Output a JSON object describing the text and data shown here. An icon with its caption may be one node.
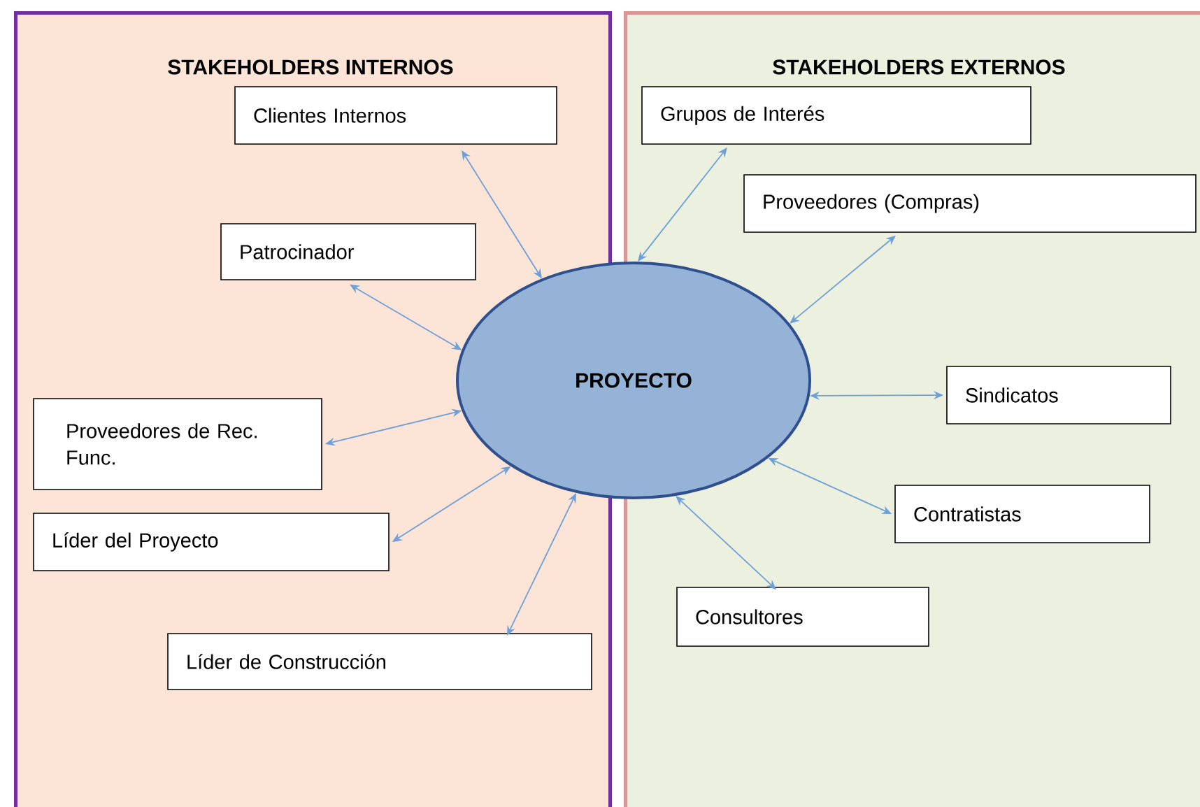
{
  "diagram": {
    "nodes": [
      {
        "text": [
          "STAKEHOLDERS INTERNOS"
        ]
      },
      {
        "text": [
          "STAKEHOLDERS EXTERNOS"
        ]
      },
      {
        "text": [
          "PROYECTO"
        ]
      },
      {
        "text": [
          "Clientes Internos"
        ],
        "in": 0
      },
      {
        "text": [
          "Patrocinador"
        ],
        "in": 0
      },
      {
        "text": [
          "Proveedores de Rec. Func."
        ],
        "in": 0
      },
      {
        "text": [
          "Líder del Proyecto"
        ],
        "in": 0
      },
      {
        "text": [
          "Líder de Construcción"
        ],
        "in": 0
      },
      {
        "text": [
          "Grupos de Interés"
        ],
        "in": 1
      },
      {
        "text": [
          "Proveedores (Compras)"
        ],
        "in": 1
      },
      {
        "text": [
          "Sindicatos"
        ],
        "in": 1
      },
      {
        "text": [
          "Contratistas"
        ],
        "in": 1
      },
      {
        "text": [
          "Consultores"
        ],
        "in": 1
      }
    ],
    "edges": [
      {
        "from": 3,
        "to": 2,
        "arrow": "both"
      },
      {
        "from": 4,
        "to": 2,
        "arrow": "both"
      },
      {
        "from": 5,
        "to": 2,
        "arrow": "both"
      },
      {
        "from": 6,
        "to": 2,
        "arrow": "both"
      },
      {
        "from": 7,
        "to": 2,
        "arrow": "both"
      },
      {
        "from": 8,
        "to": 2,
        "arrow": "both"
      },
      {
        "from": 9,
        "to": 2,
        "arrow": "both"
      },
      {
        "from": 10,
        "to": 2,
        "arrow": "both"
      },
      {
        "from": 11,
        "to": 2,
        "arrow": "both"
      },
      {
        "from": 12,
        "to": 2,
        "arrow": "both"
      }
    ]
  }
}
